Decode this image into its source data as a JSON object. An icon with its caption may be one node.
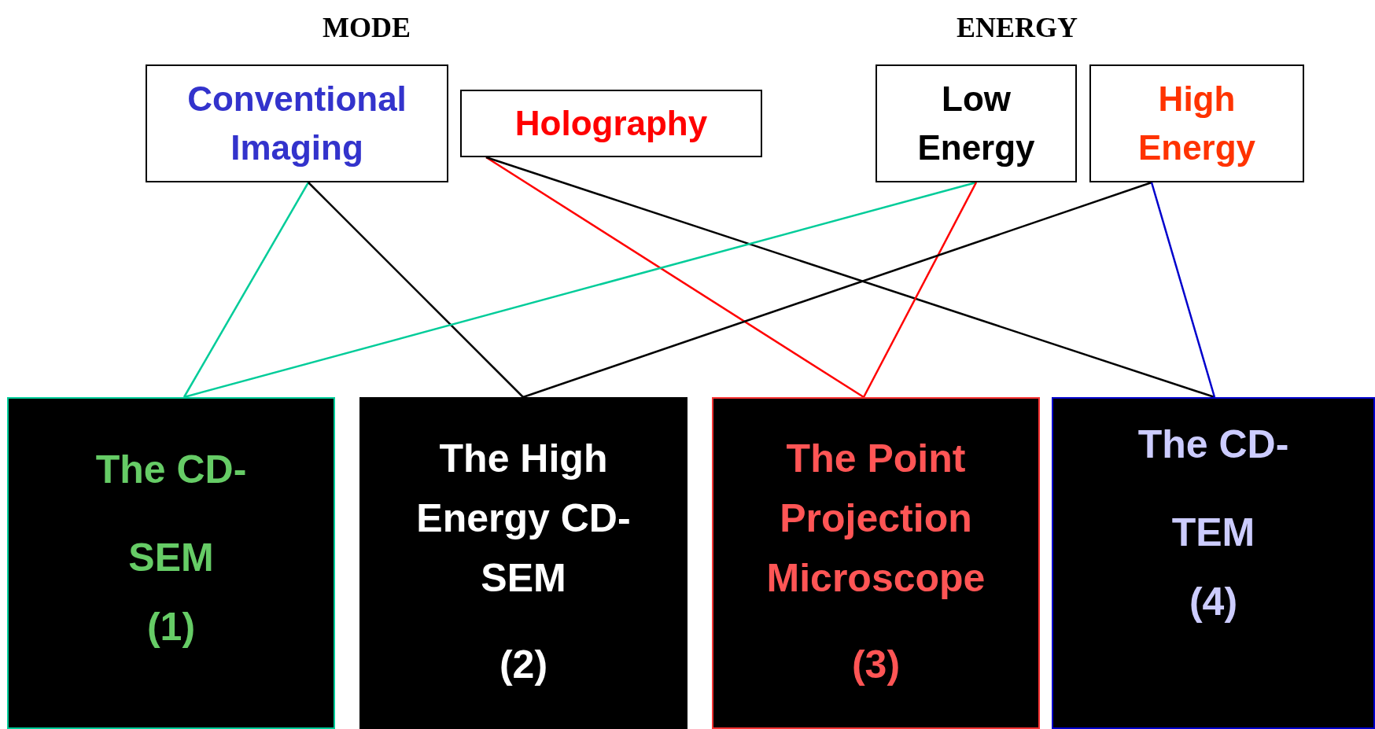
{
  "diagram": {
    "nodes": [
      {
        "text": [
          "Conventional Imaging"
        ]
      },
      {
        "text": [
          "Holography"
        ]
      },
      {
        "text": [
          "Low Energy"
        ]
      },
      {
        "text": [
          "High Energy"
        ]
      },
      {
        "text": [
          "The CD-SEM",
          "(1)"
        ]
      },
      {
        "text": [
          "The High Energy CD-SEM",
          "(2)"
        ]
      },
      {
        "text": [
          "The Point Projection Microscope",
          "(3)"
        ]
      },
      {
        "text": [
          "The CD-TEM",
          "(4)"
        ]
      }
    ],
    "edges": [
      {
        "from": 0,
        "to": 4,
        "arrow": "none",
        "color": "#00cc99"
      },
      {
        "from": 0,
        "to": 5,
        "arrow": "none"
      },
      {
        "from": 1,
        "to": 6,
        "arrow": "none",
        "color": "#ff0000"
      },
      {
        "from": 1,
        "to": 7,
        "arrow": "none"
      },
      {
        "from": 2,
        "to": 4,
        "arrow": "none",
        "color": "#00cc99"
      },
      {
        "from": 2,
        "to": 6,
        "arrow": "none",
        "color": "#ff0000"
      },
      {
        "from": 3,
        "to": 5,
        "arrow": "none"
      },
      {
        "from": 3,
        "to": 7,
        "arrow": "none",
        "color": "#0000cc"
      }
    ],
    "labels": [
      "MODE",
      "ENERGY"
    ]
  }
}
